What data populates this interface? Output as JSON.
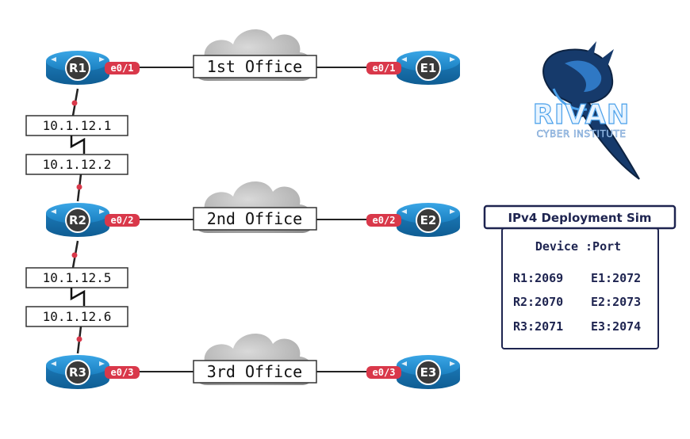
{
  "offices": [
    {
      "label": "1st Office",
      "left_router": "R1",
      "left_port": "e0/1",
      "right_router": "E1",
      "right_port": "e0/1"
    },
    {
      "label": "2nd Office",
      "left_router": "R2",
      "left_port": "e0/2",
      "right_router": "E2",
      "right_port": "e0/2"
    },
    {
      "label": "3rd Office",
      "left_router": "R3",
      "left_port": "e0/3",
      "right_router": "E3",
      "right_port": "e0/3"
    }
  ],
  "serial_links": [
    {
      "top_ip": "10.1.12.1",
      "bottom_ip": "10.1.12.2"
    },
    {
      "top_ip": "10.1.12.5",
      "bottom_ip": "10.1.12.6"
    }
  ],
  "logo": {
    "name": "RIVAN",
    "tagline": "CYBER INSTITUTE"
  },
  "panel": {
    "title": "IPv4 Deployment Sim",
    "header": "Device :Port",
    "rows": [
      {
        "left": "R1:2069",
        "right": "E1:2072"
      },
      {
        "left": "R2:2070",
        "right": "E2:2073"
      },
      {
        "left": "R3:2071",
        "right": "E3:2074"
      }
    ]
  },
  "colors": {
    "router_blue": "#1f86c8",
    "port_badge": "#d9384a",
    "link_dot": "#d9384a",
    "cloud": "#9e9e9e",
    "panel_border": "#1e2450",
    "logo_blue": "#1d4f8c"
  },
  "icons": {
    "router": "router-icon",
    "cloud": "cloud-icon",
    "logo": "dragon-logo-icon"
  }
}
